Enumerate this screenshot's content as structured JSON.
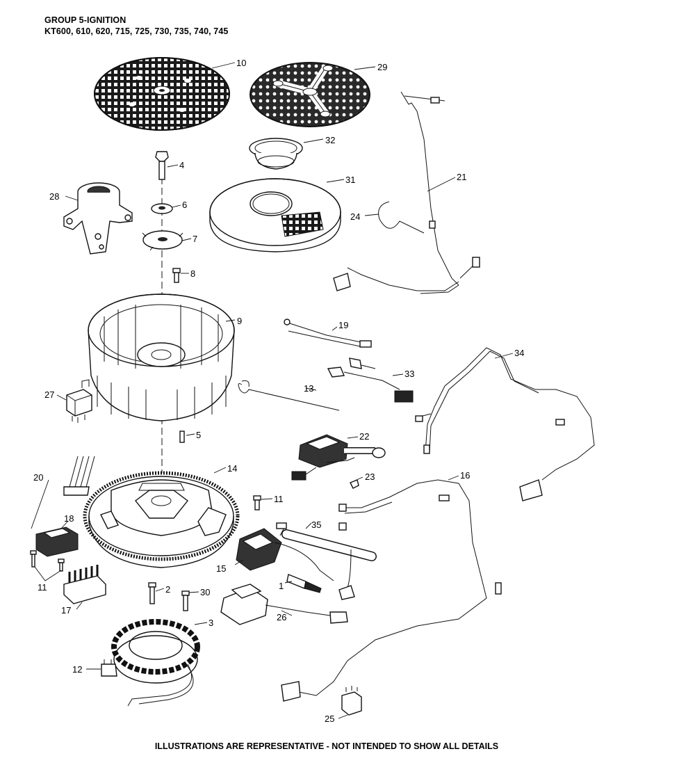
{
  "header": {
    "title": "GROUP 5-IGNITION",
    "subtitle": "KT600, 610, 620, 715, 725, 730, 735, 740, 745"
  },
  "footer": "ILLUSTRATIONS ARE REPRESENTATIVE - NOT INTENDED TO SHOW ALL DETAILS",
  "callouts": {
    "c1": "1",
    "c2": "2",
    "c3": "3",
    "c4": "4",
    "c5": "5",
    "c6": "6",
    "c7": "7",
    "c8": "8",
    "c9": "9",
    "c10": "10",
    "c11a": "11",
    "c11b": "11",
    "c12": "12",
    "c13": "13",
    "c14": "14",
    "c15": "15",
    "c16": "16",
    "c17": "17",
    "c18": "18",
    "c19": "19",
    "c20": "20",
    "c21": "21",
    "c22": "22",
    "c23": "23",
    "c24": "24",
    "c25": "25",
    "c26": "26",
    "c27": "27",
    "c28": "28",
    "c29": "29",
    "c30": "30",
    "c31": "31",
    "c32": "32",
    "c33": "33",
    "c34": "34",
    "c35": "35"
  }
}
